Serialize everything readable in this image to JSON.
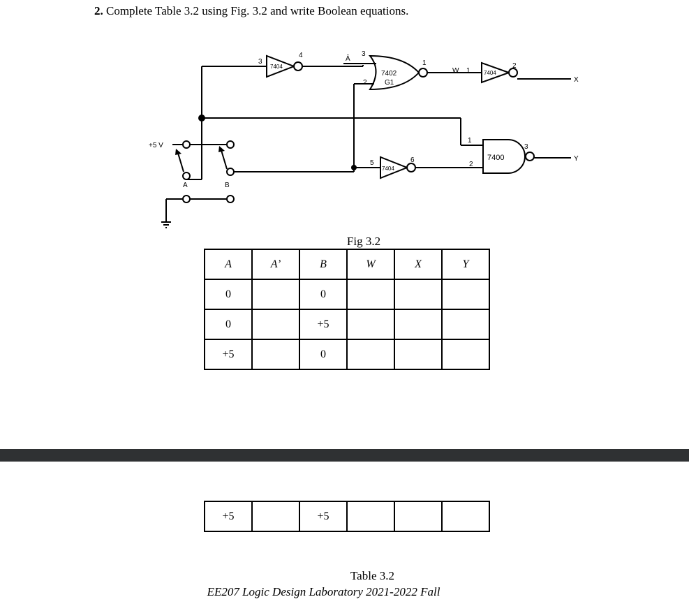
{
  "question": {
    "number": "2.",
    "text": "Complete Table 3.2 using Fig. 3.2 and write Boolean equations."
  },
  "circuit": {
    "supply_label": "+5 V",
    "switch_a_label": "A",
    "switch_b_label": "B",
    "inverter1": {
      "chip": "7404",
      "pin_in": "3",
      "pin_out": "4"
    },
    "wire_label_abar": "Ā",
    "nor_gate": {
      "chip": "7402",
      "name": "G1",
      "pin_in1": "3",
      "pin_in2": "2",
      "pin_out": "1"
    },
    "w_label": "W",
    "inverter2": {
      "chip": "7404",
      "pin_in": "1",
      "pin_out": "2"
    },
    "output_x": "X",
    "inverter3": {
      "chip": "7404",
      "pin_in": "5",
      "pin_out": "6"
    },
    "nand_gate": {
      "chip": "7400",
      "pin_in1": "1",
      "pin_in2": "2",
      "pin_out": "3"
    },
    "output_y": "Y"
  },
  "figure_caption": "Fig 3.2",
  "table": {
    "headers": [
      "A",
      "A’",
      "B",
      "W",
      "X",
      "Y"
    ],
    "rows": [
      [
        "0",
        "",
        "0",
        "",
        "",
        ""
      ],
      [
        "0",
        "",
        "+5",
        "",
        "",
        ""
      ],
      [
        "+5",
        "",
        "0",
        "",
        "",
        ""
      ]
    ],
    "continued_rows": [
      [
        "+5",
        "",
        "+5",
        "",
        "",
        ""
      ]
    ]
  },
  "table_caption": "Table 3.2",
  "course_caption": "EE207 Logic Design Laboratory 2021-2022 Fall"
}
